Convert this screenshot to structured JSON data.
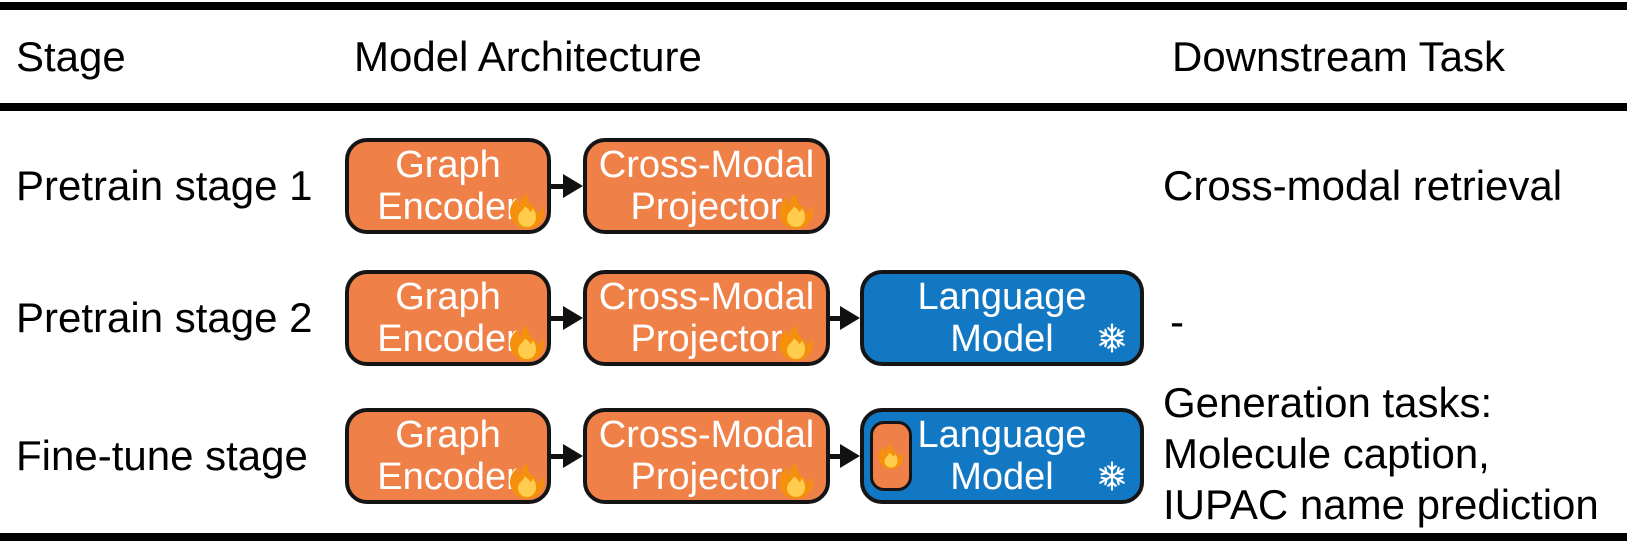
{
  "figure": {
    "header": {
      "stage": "Stage",
      "architecture": "Model Architecture",
      "task": "Downstream Task"
    },
    "rows": [
      {
        "stage": "Pretrain stage 1",
        "modules": [
          {
            "line1": "Graph",
            "line2": "Encoder",
            "state_icon": "fire-icon"
          },
          {
            "line1": "Cross-Modal",
            "line2": "Projector",
            "state_icon": "fire-icon"
          }
        ],
        "task": "Cross-modal retrieval"
      },
      {
        "stage": "Pretrain stage 2",
        "modules": [
          {
            "line1": "Graph",
            "line2": "Encoder",
            "state_icon": "fire-icon"
          },
          {
            "line1": "Cross-Modal",
            "line2": "Projector",
            "state_icon": "fire-icon"
          },
          {
            "line1": "Language",
            "line2": "Model",
            "state_icon": "snowflake-icon"
          }
        ],
        "task": "-"
      },
      {
        "stage": "Fine-tune stage",
        "modules": [
          {
            "line1": "Graph",
            "line2": "Encoder",
            "state_icon": "fire-icon"
          },
          {
            "line1": "Cross-Modal",
            "line2": "Projector",
            "state_icon": "fire-icon"
          },
          {
            "line1": "Language",
            "line2": "Model",
            "state_icon": "snowflake-icon",
            "adapter_icon": "fire-icon"
          }
        ],
        "task_lines": [
          "Generation tasks:",
          "Molecule caption,",
          "IUPAC name prediction"
        ]
      }
    ],
    "icons": {
      "fire-icon": "🔥",
      "snowflake-icon": "❄",
      "arrow-icon": "▶"
    },
    "colors": {
      "trainable_fill": "#EF8148",
      "frozen_fill": "#1278C3",
      "box_border": "#151515",
      "text_on_box": "#FFFFFF",
      "rule": "#000000"
    }
  }
}
